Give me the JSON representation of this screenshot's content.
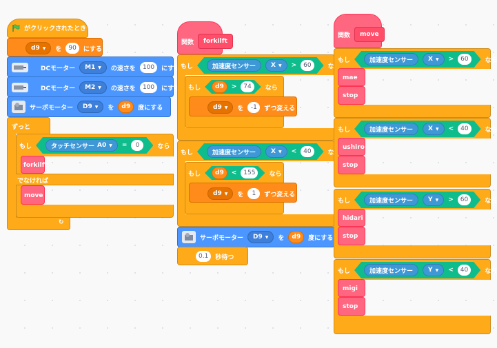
{
  "scripts": {
    "main": {
      "hat_label": "がクリックされたとき",
      "set_d9": {
        "var": "d9",
        "text1": "を",
        "value": "90",
        "text2": "にする"
      },
      "dc_m1": {
        "label": "DCモーター",
        "motor": "M1",
        "text1": "の速さを",
        "value": "100",
        "text2": "にする"
      },
      "dc_m2": {
        "label": "DCモーター",
        "motor": "M2",
        "text1": "の速さを",
        "value": "100",
        "text2": "にする"
      },
      "servo": {
        "label": "サーボモーター",
        "port": "D9",
        "text1": "を",
        "var": "d9",
        "text2": "度にする"
      },
      "forever": "ずっと",
      "if_label": "もし",
      "touch": {
        "label": "タッチセンサー",
        "port": "A0",
        "op": "=",
        "value": "0"
      },
      "then": "なら",
      "call1": "forkilft",
      "else": "でなければ",
      "call2": "move",
      "loop_arrow": "↻"
    },
    "forklift": {
      "define_label": "関数",
      "name": "forkilft",
      "if1": {
        "if_label": "もし",
        "sensor": "加速度センサー",
        "axis": "X",
        "op": ">",
        "value": "60",
        "then": "なら",
        "inner_if": {
          "var": "d9",
          "op": ">",
          "value": "74"
        },
        "change": {
          "var": "d9",
          "text1": "を",
          "value": "-1",
          "text2": "ずつ変える"
        }
      },
      "if2": {
        "if_label": "もし",
        "sensor": "加速度センサー",
        "axis": "X",
        "op": "<",
        "value": "40",
        "then": "なら",
        "inner_if": {
          "var": "d9",
          "op": "<",
          "value": "155"
        },
        "change": {
          "var": "d9",
          "text1": "を",
          "value": "1",
          "text2": "ずつ変える"
        }
      },
      "servo": {
        "label": "サーボモーター",
        "port": "D9",
        "text1": "を",
        "var": "d9",
        "text2": "度にする"
      },
      "wait": {
        "value": "0.1",
        "label": "秒待つ"
      }
    },
    "move": {
      "define_label": "関数",
      "name": "move",
      "ifs": [
        {
          "if_label": "もし",
          "sensor": "加速度センサー",
          "axis": "X",
          "op": ">",
          "value": "60",
          "then": "なら",
          "call": "mae",
          "stop": "stop"
        },
        {
          "if_label": "もし",
          "sensor": "加速度センサー",
          "axis": "X",
          "op": "<",
          "value": "40",
          "then": "なら",
          "call": "ushiro",
          "stop": "stop"
        },
        {
          "if_label": "もし",
          "sensor": "加速度センサー",
          "axis": "Y",
          "op": ">",
          "value": "60",
          "then": "なら",
          "call": "hidari",
          "stop": "stop"
        },
        {
          "if_label": "もし",
          "sensor": "加速度センサー",
          "axis": "Y",
          "op": "<",
          "value": "40",
          "then": "なら",
          "call": "migi",
          "stop": "stop"
        }
      ]
    }
  },
  "colors": {
    "control": "#ffab19",
    "variable": "#ff8c1a",
    "motor": "#4c97ff",
    "sensor": "#0fbd8c",
    "function": "#ff6680",
    "workspace": "#f9f9f9"
  }
}
